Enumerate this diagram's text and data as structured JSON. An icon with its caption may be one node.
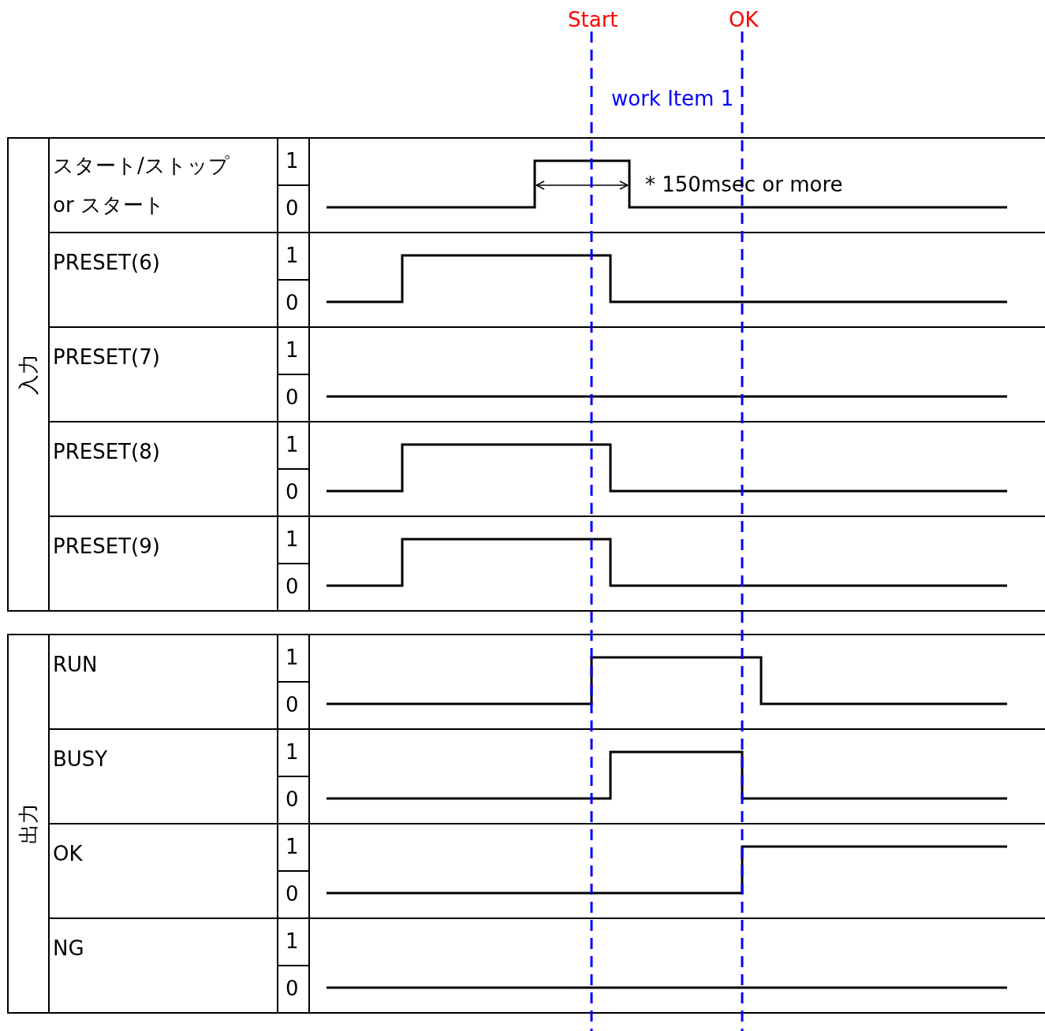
{
  "diagram": {
    "labels": [
      "Start",
      "OK",
      "work Item 1",
      "入力",
      "スタート/ストップ or スタート",
      "1",
      "0",
      "* 150msec or more",
      "PRESET(6)",
      "1",
      "0",
      "PRESET(7)",
      "1",
      "0",
      "PRESET(8)",
      "1",
      "0",
      "PRESET(9)",
      "1",
      "0",
      "出力",
      "RUN",
      "1",
      "0",
      "BUSY",
      "1",
      "0",
      "OK",
      "1",
      "0",
      "NG",
      "1",
      "0"
    ]
  }
}
